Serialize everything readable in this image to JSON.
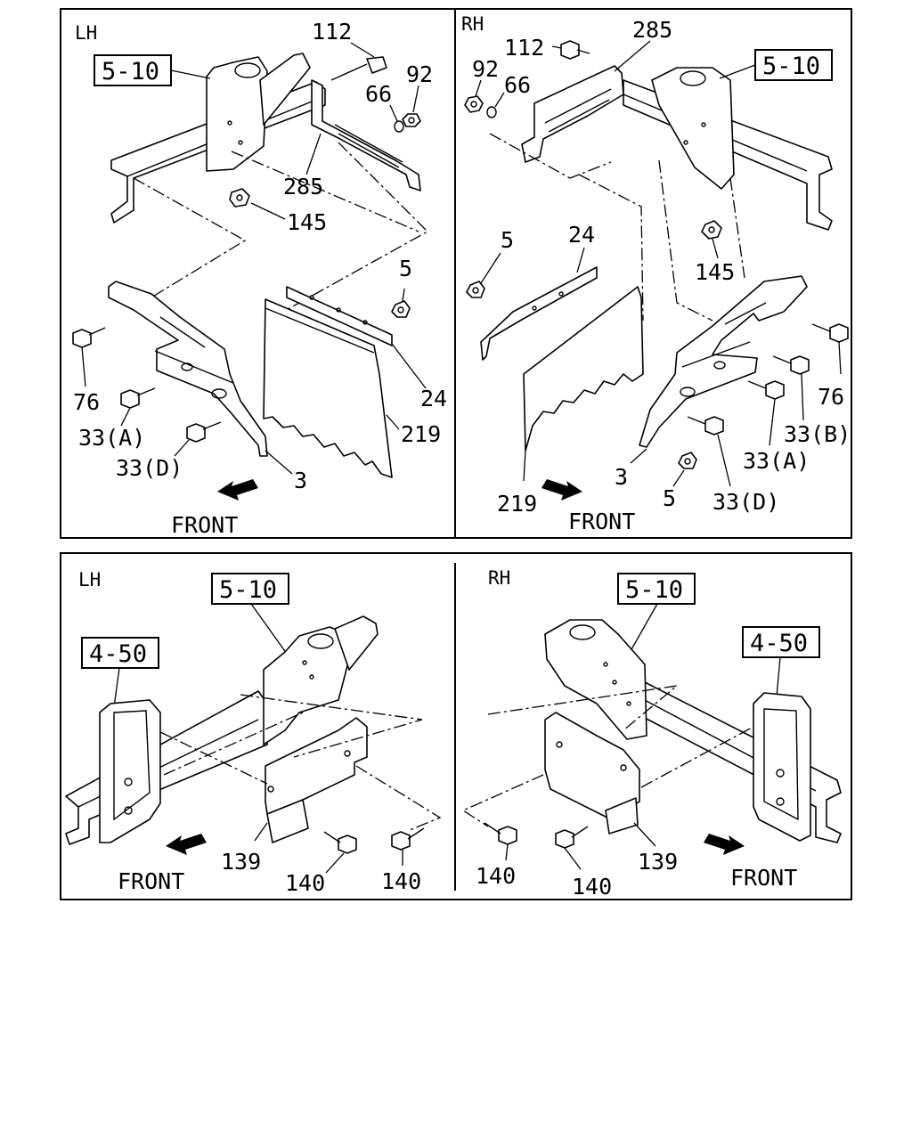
{
  "panels": {
    "top_lh": {
      "side": "LH",
      "ref_box": "5-10",
      "labels": {
        "p112": "112",
        "p92": "92",
        "p66": "66",
        "p285": "285",
        "p145": "145",
        "p5": "5",
        "p76": "76",
        "p33a": "33(A)",
        "p33d": "33(D)",
        "p24": "24",
        "p219": "219",
        "p3": "3"
      },
      "front": "FRONT"
    },
    "top_rh": {
      "side": "RH",
      "ref_box": "5-10",
      "labels": {
        "p112": "112",
        "p285": "285",
        "p92": "92",
        "p66": "66",
        "p145": "145",
        "p5a": "5",
        "p24": "24",
        "p76": "76",
        "p33b": "33(B)",
        "p33a": "33(A)",
        "p3": "3",
        "p5b": "5",
        "p33d": "33(D)",
        "p219": "219"
      },
      "front": "FRONT"
    },
    "bottom_lh": {
      "side": "LH",
      "ref_box_a": "5-10",
      "ref_box_b": "4-50",
      "labels": {
        "p139": "139",
        "p140a": "140",
        "p140b": "140"
      },
      "front": "FRONT"
    },
    "bottom_rh": {
      "side": "RH",
      "ref_box_a": "5-10",
      "ref_box_b": "4-50",
      "labels": {
        "p140a": "140",
        "p140b": "140",
        "p139": "139"
      },
      "front": "FRONT"
    }
  }
}
